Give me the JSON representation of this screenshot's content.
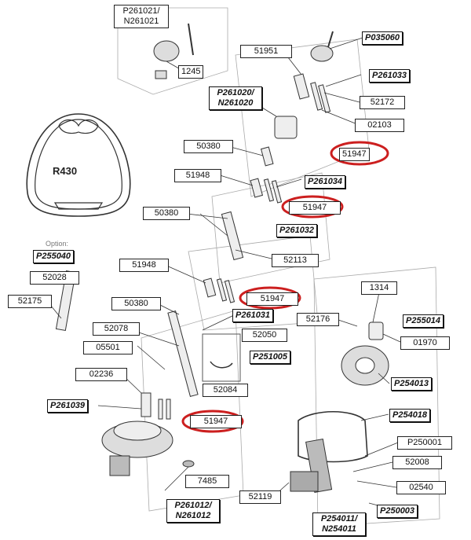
{
  "labels": {
    "p261021": "P261021/\nN261021",
    "l1245": "1245",
    "l51951": "51951",
    "p035060": "P035060",
    "p261033": "P261033",
    "l52172": "52172",
    "p261020": "P261020/\nN261020",
    "l02103": "02103",
    "l50380a": "50380",
    "l51947a": "51947",
    "l51948a": "51948",
    "p261034": "P261034",
    "l51947b": "51947",
    "l50380b": "50380",
    "p261032": "P261032",
    "option": "Option:",
    "p255040": "P255040",
    "l52113": "52113",
    "l52028": "52028",
    "l51948b": "51948",
    "l52175": "52175",
    "l51947c": "51947",
    "l1314": "1314",
    "l50380c": "50380",
    "p261031": "P261031",
    "l52176": "52176",
    "p255014": "P255014",
    "l52078": "52078",
    "l52050": "52050",
    "l01970": "01970",
    "l05501": "05501",
    "p251005": "P251005",
    "l02236": "02236",
    "p254013": "P254013",
    "l52084": "52084",
    "p261039": "P261039",
    "p254018": "P254018",
    "l51947d": "51947",
    "p250001": "P250001",
    "l52008": "52008",
    "l7485": "7485",
    "l02540": "02540",
    "l52119": "52119",
    "p250003": "P250003",
    "p261012": "P261012/\nN261012",
    "p254011": "P254011/\nN254011",
    "r430": "R430"
  },
  "colors": {
    "highlight": "#cc1f1f",
    "line": "#333333",
    "part": "#bdbdbd"
  }
}
